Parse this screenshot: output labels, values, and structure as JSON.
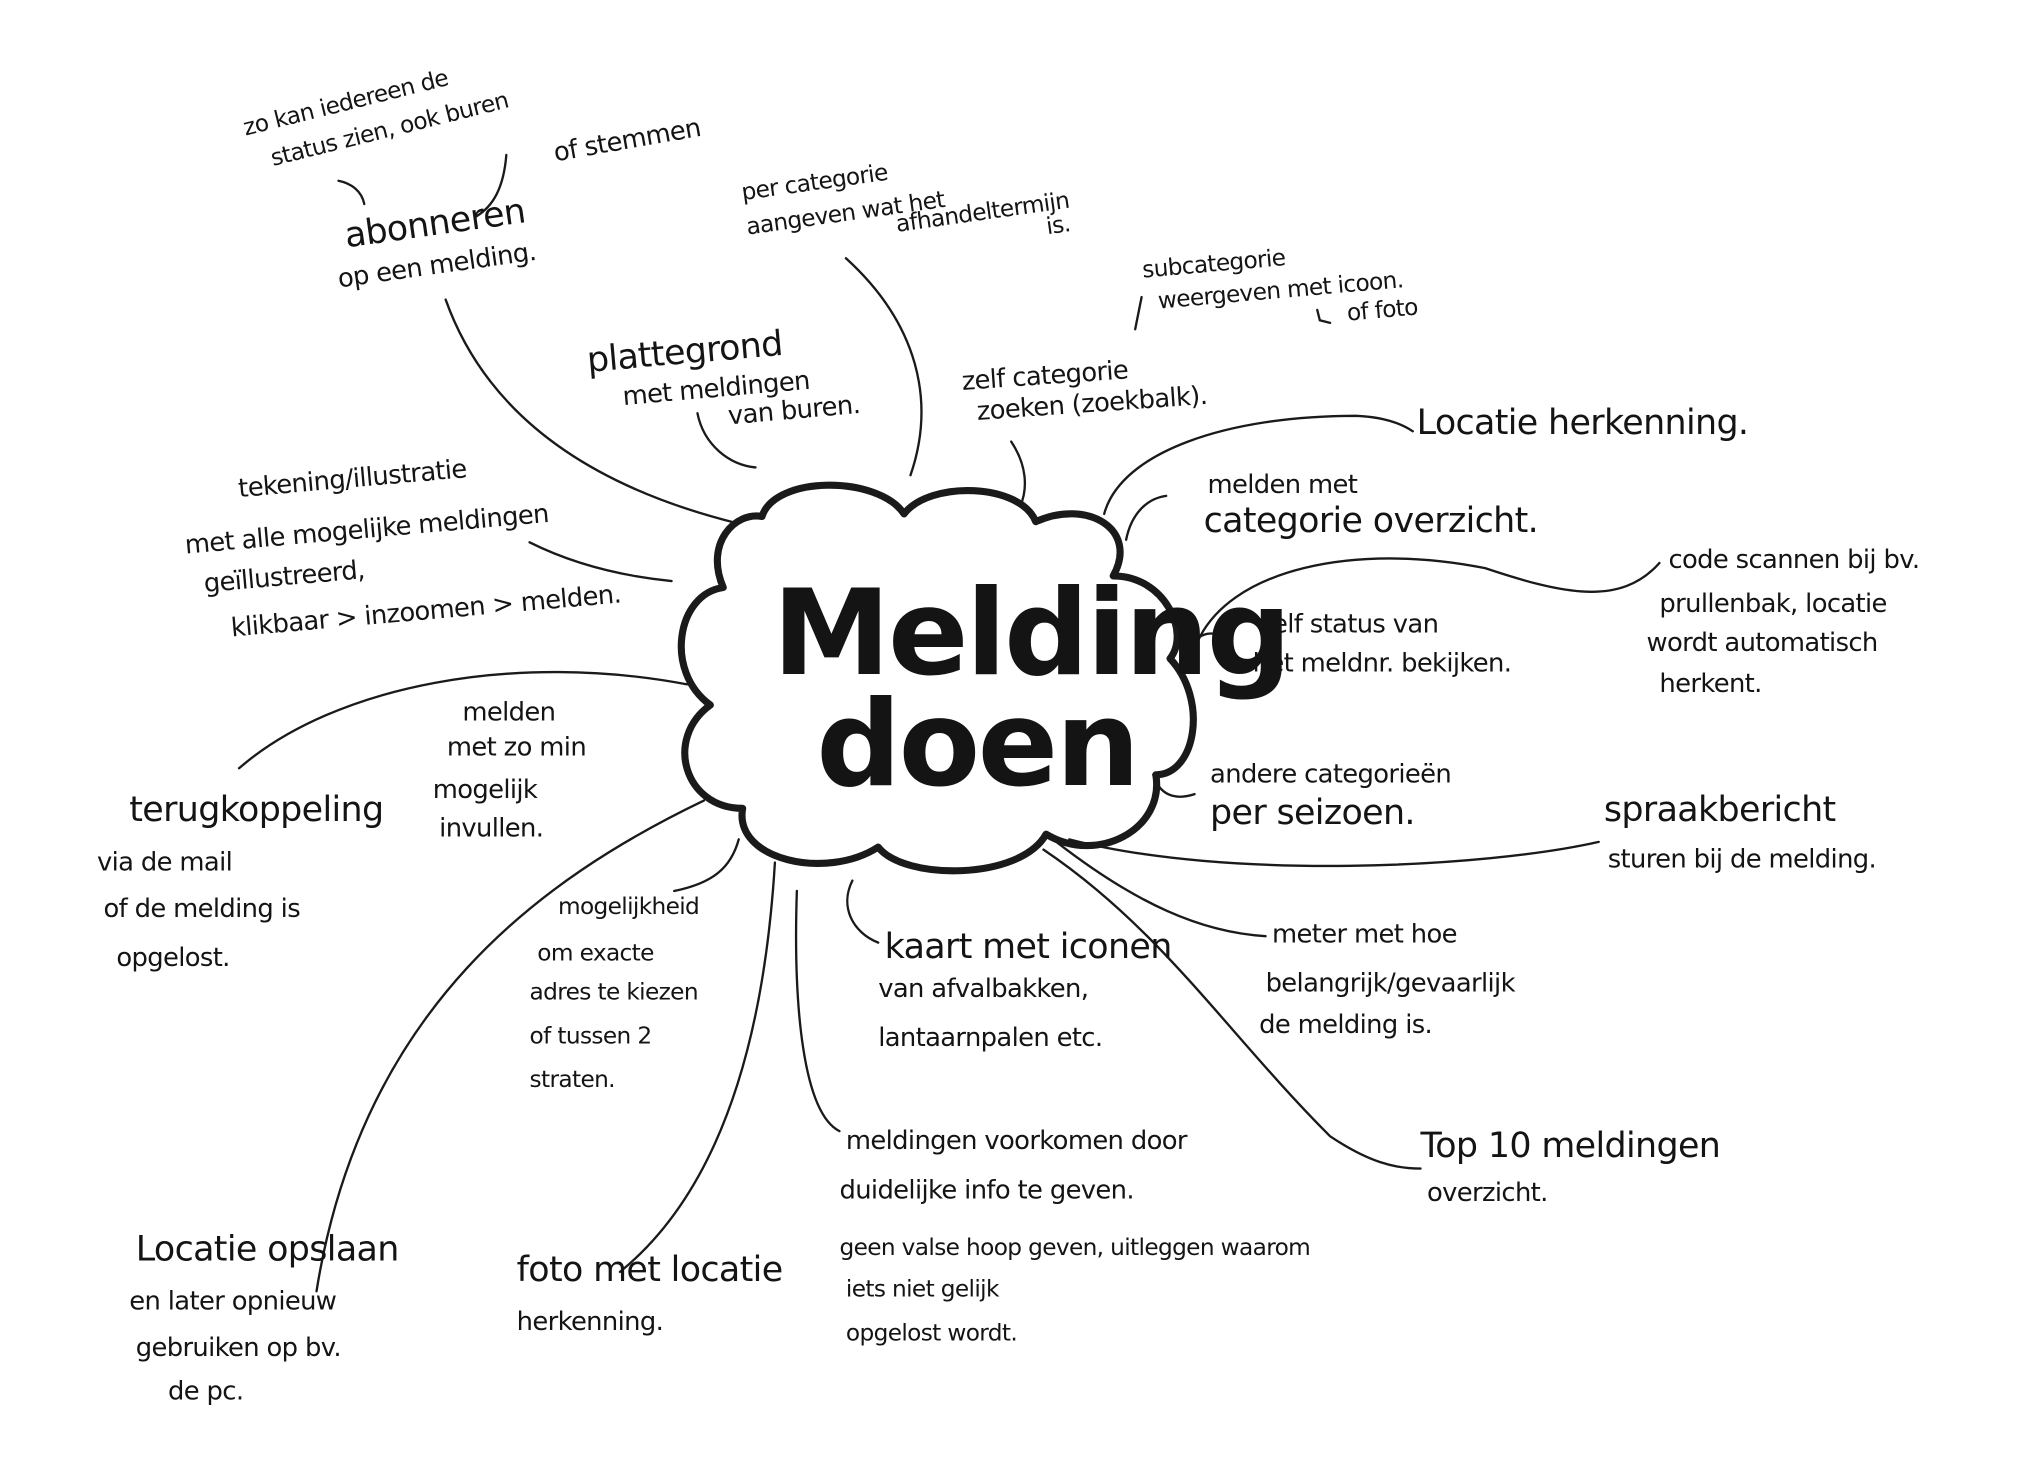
{
  "center": {
    "lines": [
      "Melding",
      "doen"
    ]
  },
  "nodes": [
    {
      "id": "status-zien",
      "lines": [
        "zo kan iedereen de",
        "status zien, ook buren"
      ]
    },
    {
      "id": "stemmen",
      "lines": [
        "of stemmen"
      ]
    },
    {
      "id": "abonneren",
      "lines": [
        "abonneren",
        "op een melding."
      ]
    },
    {
      "id": "afhandeltermijn",
      "lines": [
        "per categorie",
        "aangeven wat het",
        "afhandeltermijn",
        "is."
      ]
    },
    {
      "id": "subcategorie",
      "lines": [
        "subcategorie",
        "weergeven met icoon.",
        "of foto"
      ]
    },
    {
      "id": "plattegrond",
      "lines": [
        "plattegrond",
        "met meldingen",
        "van buren."
      ]
    },
    {
      "id": "zelf-categorie",
      "lines": [
        "zelf categorie",
        "zoeken (zoekbalk)."
      ]
    },
    {
      "id": "locatie-herkenning",
      "lines": [
        "Locatie herkenning."
      ]
    },
    {
      "id": "categorie-overzicht",
      "lines": [
        "melden met",
        "categorie overzicht."
      ]
    },
    {
      "id": "tekening",
      "lines": [
        "tekening/illustratie",
        "met alle mogelijke meldingen",
        "geïllustreerd,",
        "klikbaar > inzoomen > melden."
      ]
    },
    {
      "id": "code-scannen",
      "lines": [
        "code scannen bij bv.",
        "prullenbak, locatie",
        "wordt automatisch",
        "herkent."
      ]
    },
    {
      "id": "zelf-status",
      "lines": [
        "zelf status van",
        "het meldnr. bekijken."
      ]
    },
    {
      "id": "zo-min-invullen",
      "lines": [
        "melden",
        "met zo min",
        "mogelijk",
        "invullen."
      ]
    },
    {
      "id": "terugkoppeling",
      "lines": [
        "terugkoppeling",
        "via de mail",
        "of de melding is",
        "opgelost."
      ]
    },
    {
      "id": "seizoen",
      "lines": [
        "andere categorieën",
        "per seizoen."
      ]
    },
    {
      "id": "spraakbericht",
      "lines": [
        "spraakbericht",
        "sturen bij de melding."
      ]
    },
    {
      "id": "exact-adres",
      "lines": [
        "mogelijkheid",
        "om exacte",
        "adres te kiezen",
        "of tussen 2",
        "straten."
      ]
    },
    {
      "id": "kaart-iconen",
      "lines": [
        "kaart met iconen",
        "van afvalbakken,",
        "lantaarnpalen etc."
      ]
    },
    {
      "id": "meter",
      "lines": [
        "meter met hoe",
        "belangrijk/gevaarlijk",
        "de melding is."
      ]
    },
    {
      "id": "voorkomen",
      "lines": [
        "meldingen voorkomen door",
        "duidelijke info te geven.",
        "geen valse hoop geven, uitleggen waarom",
        "iets niet gelijk",
        "opgelost wordt."
      ]
    },
    {
      "id": "top10",
      "lines": [
        "Top 10 meldingen",
        "overzicht."
      ]
    },
    {
      "id": "locatie-opslaan",
      "lines": [
        "Locatie opslaan",
        "en later opnieuw",
        "gebruiken op bv.",
        "de pc."
      ]
    },
    {
      "id": "foto-locatie",
      "lines": [
        "foto met locatie",
        "herkenning."
      ]
    }
  ]
}
